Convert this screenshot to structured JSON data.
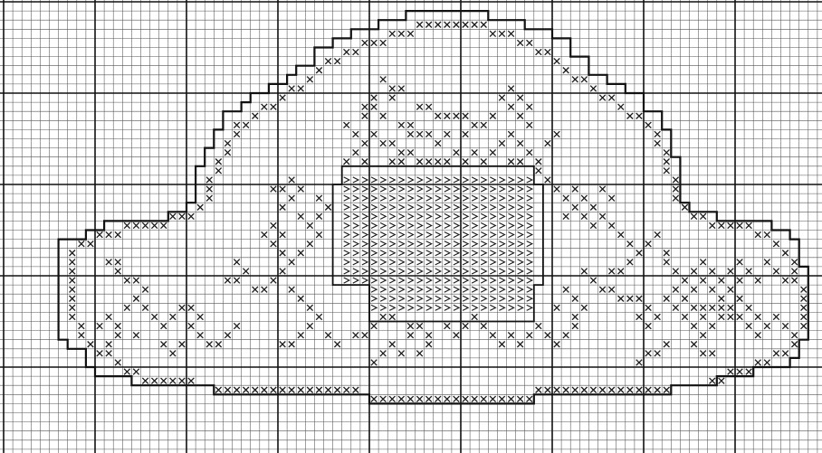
{
  "pattern": {
    "grid": {
      "cols": 90,
      "rows": 50,
      "major_every": 10,
      "colors": {
        "paper": "#ffffff",
        "minor_line": "#555555",
        "major_line": "#111111",
        "stitch": "#1a1a1a",
        "outline": "#111111"
      }
    },
    "stitch_symbol": "×",
    "stitch_regions": [
      {
        "name": "arch-left",
        "symbol": "x"
      },
      {
        "name": "arch-right",
        "symbol": "x"
      },
      {
        "name": "central-basket",
        "symbol": "half-stitch"
      },
      {
        "name": "left-vine",
        "symbol": "x"
      },
      {
        "name": "right-flower",
        "symbol": "x"
      },
      {
        "name": "bottom-border",
        "symbol": "x"
      }
    ]
  }
}
